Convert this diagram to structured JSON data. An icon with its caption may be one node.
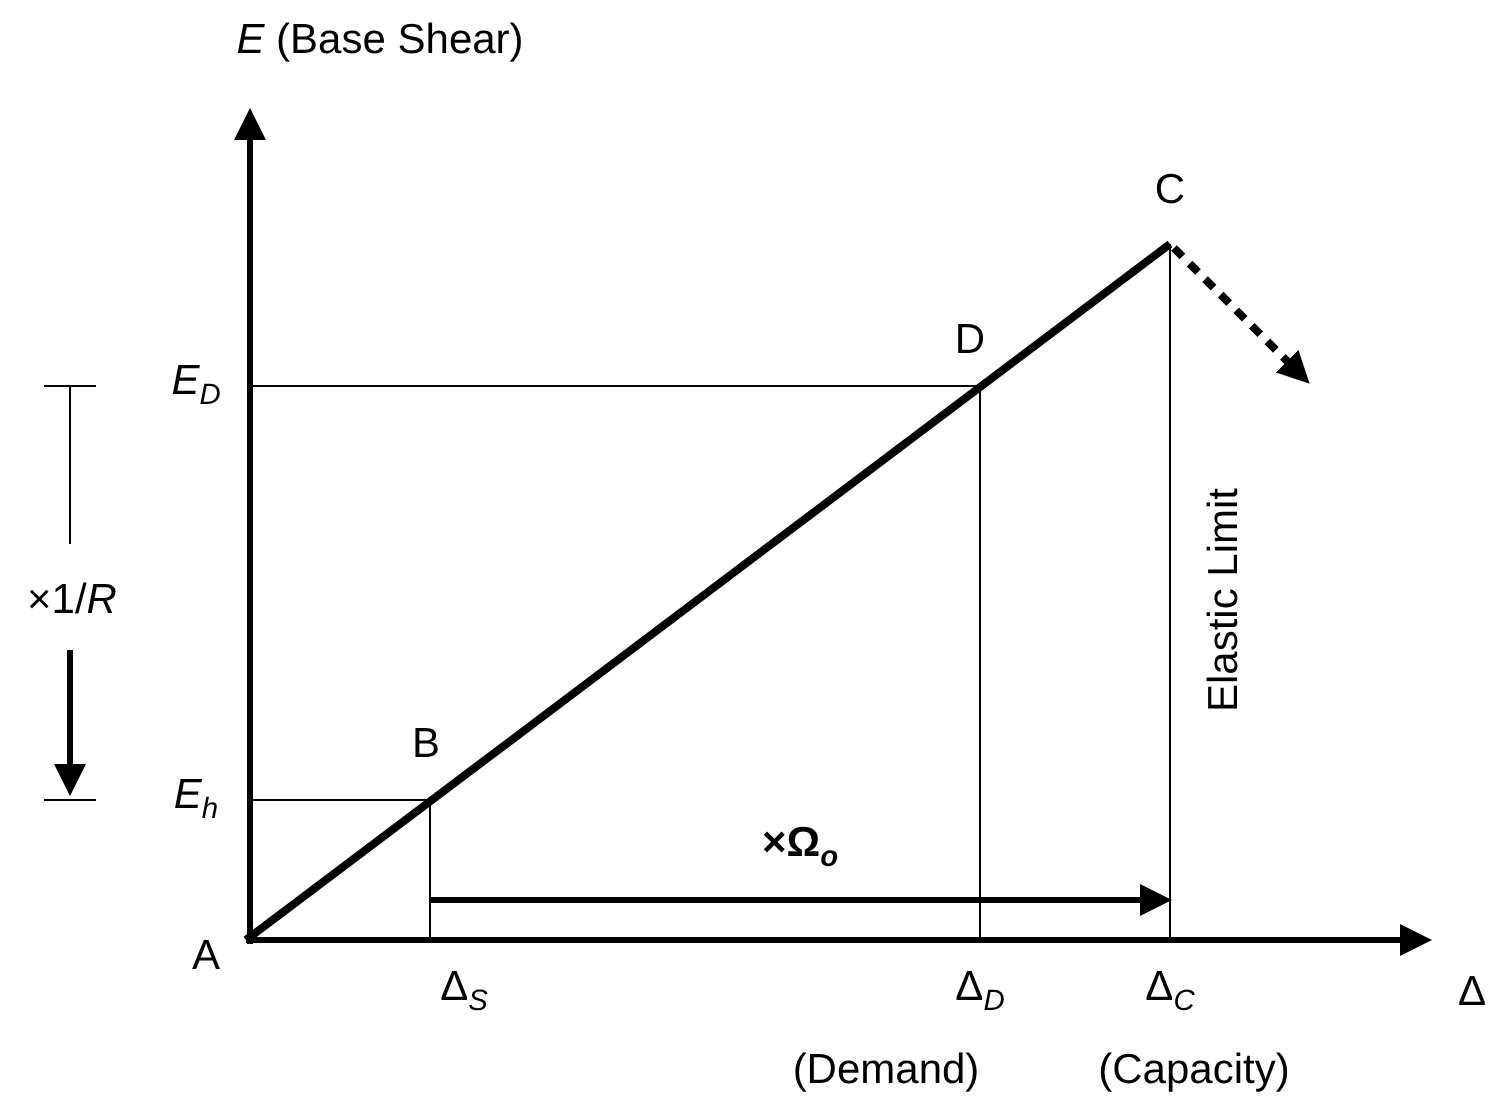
{
  "diagram": {
    "labels": [
      "*E* (Base Shear)",
      "C",
      "D",
      "*E*$_{D}$",
      "Elastic Limit",
      "×1/*R*",
      "B",
      "*E*$_{h}$",
      "×Ω$_{o}$",
      "A",
      "Δ$_{S}$",
      "Δ$_{D}$",
      "Δ$_{C}$",
      "Δ",
      "(Demand)",
      "(Capacity)"
    ]
  }
}
